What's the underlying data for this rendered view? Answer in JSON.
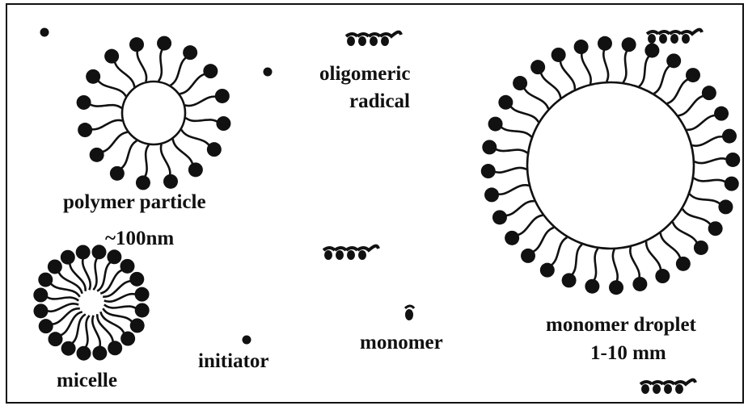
{
  "labels": {
    "polymer_particle": "polymer particle",
    "polymer_particle_size": "~100nm",
    "oligomeric_radical_line1": "oligomeric",
    "oligomeric_radical_line2": "radical",
    "micelle": "micelle",
    "initiator": "initiator",
    "monomer": "monomer",
    "monomer_droplet": "monomer droplet",
    "monomer_droplet_size": "1-10 mm"
  },
  "colors": {
    "ink": "#111111",
    "background": "#ffffff"
  },
  "icons": {
    "surfactant": "surfactant-molecule-icon",
    "initiator": "initiator-dot-icon",
    "monomer": "monomer-unit-icon",
    "oligomer": "oligomeric-radical-icon"
  }
}
